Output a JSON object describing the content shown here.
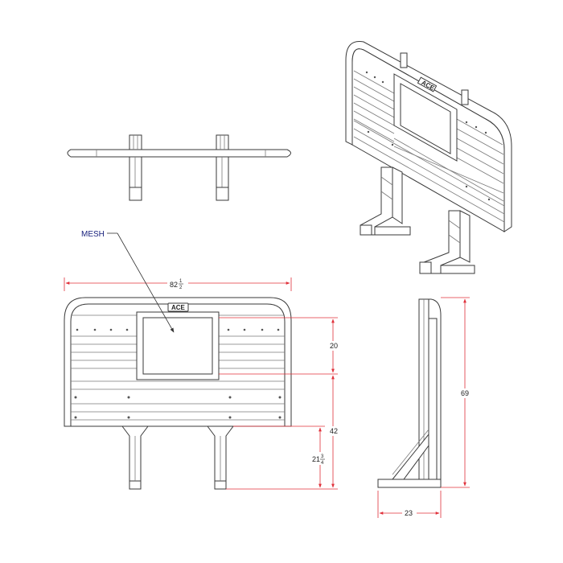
{
  "labels": {
    "mesh": "MESH",
    "logo": "ACE",
    "logo_iso": "ACE"
  },
  "dimensions": {
    "width_whole": "82",
    "width_num": "1",
    "width_den": "2",
    "window_height": "20",
    "mount_height": "42",
    "leg_whole": "21",
    "leg_num": "3",
    "leg_den": "4",
    "total_height": "69",
    "depth": "23"
  }
}
